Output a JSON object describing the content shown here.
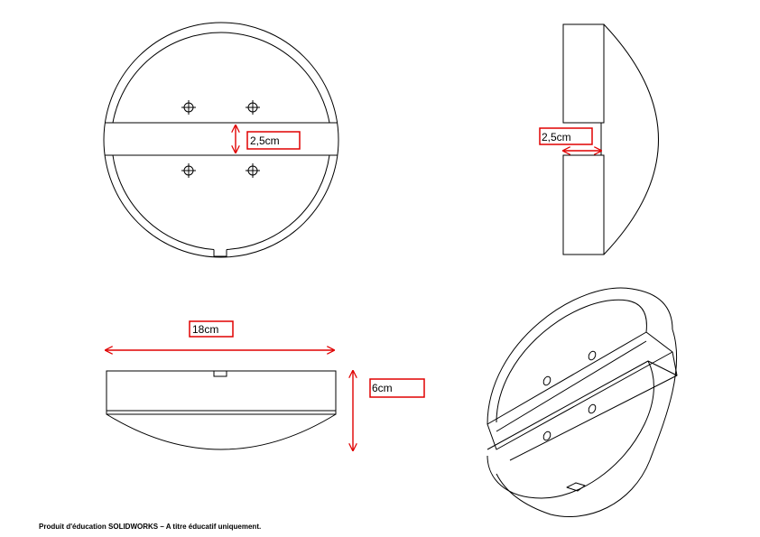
{
  "dimensions": {
    "slot_width_top": "2,5cm",
    "slot_depth_side": "2,5cm",
    "diameter": "18cm",
    "height": "6cm"
  },
  "footer": {
    "text": "Produit d'éducation SOLIDWORKS – A titre éducatif uniquement."
  },
  "colors": {
    "line": "#000000",
    "dimension": "#e00000"
  }
}
